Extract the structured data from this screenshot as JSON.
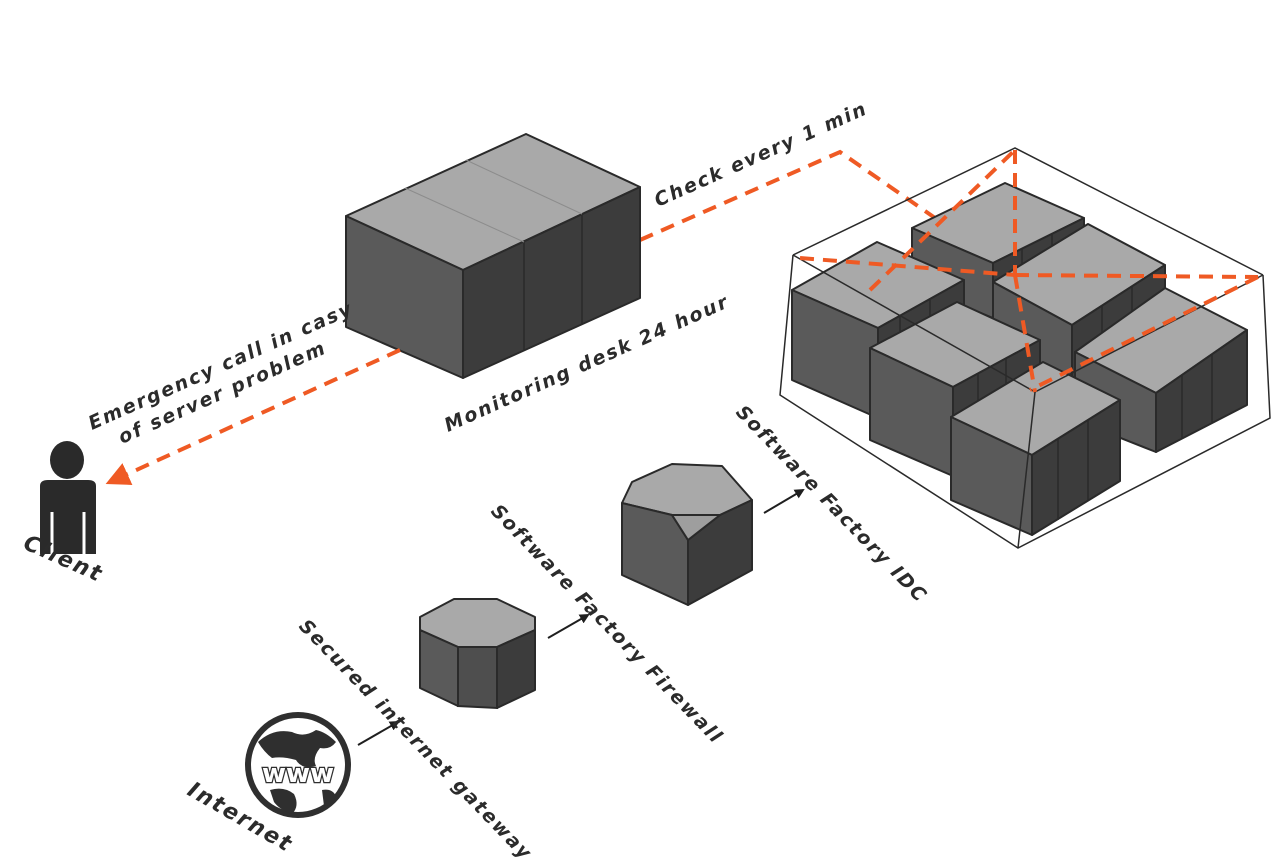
{
  "labels": {
    "check_every": "Check every 1 min",
    "monitoring_desk": "Monitoring desk 24 hour",
    "emergency_line1": "Emergency call in casy",
    "emergency_line2": "of server problem",
    "client": "Client",
    "idc": "Software Factory IDC",
    "firewall": "Software Factory Firewall",
    "gateway": "Secured internet gateway",
    "internet": "Internet",
    "www": "www"
  },
  "icons": {
    "client": "person-icon",
    "internet": "globe-icon",
    "gateway": "octagon-prism-icon",
    "firewall": "chamfered-cube-icon",
    "monitoring": "server-block-icon",
    "idc": "server-rack-cluster-icon"
  },
  "colors": {
    "accent": "#ef5a24",
    "top_face": "#a9a9a9",
    "left_face": "#5a5a5a",
    "right_face": "#3c3c3c",
    "text": "#2b2b2b"
  }
}
